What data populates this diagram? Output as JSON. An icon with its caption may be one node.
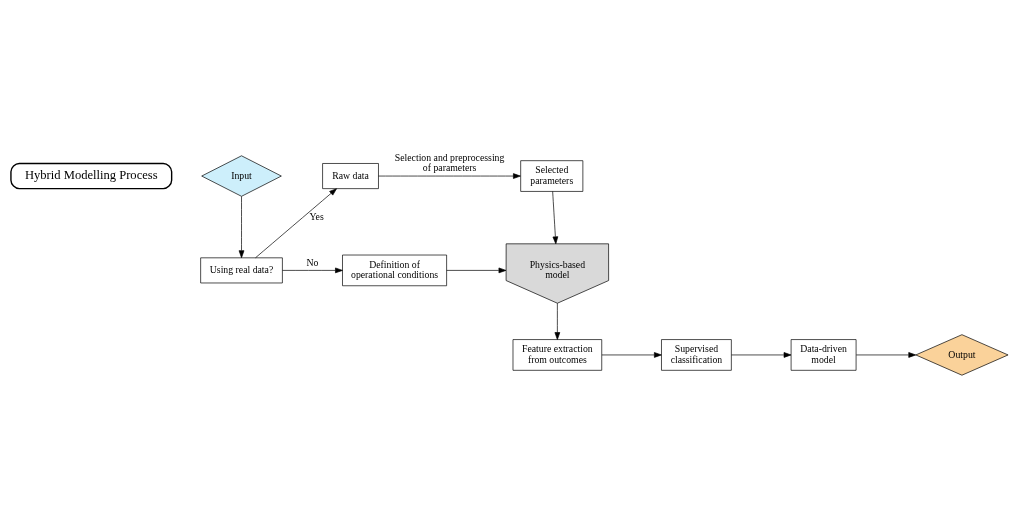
{
  "diagram": {
    "nodes": [
      {
        "text": [
          "Hybrid Modelling Process"
        ]
      },
      {
        "text": [
          "Input"
        ]
      },
      {
        "text": [
          "Using real data?"
        ]
      },
      {
        "text": [
          "Raw data"
        ]
      },
      {
        "text": [
          "Selected parameters"
        ]
      },
      {
        "text": [
          "Definition of operational conditions"
        ]
      },
      {
        "text": [
          "Physics-based model"
        ]
      },
      {
        "text": [
          "Feature extraction from outcomes"
        ]
      },
      {
        "text": [
          "Supervised classification"
        ]
      },
      {
        "text": [
          "Data-driven model"
        ]
      },
      {
        "text": [
          "Output"
        ]
      }
    ],
    "edges": [
      {
        "from": 1,
        "to": 2,
        "arrow": "to"
      },
      {
        "from": 2,
        "to": 3,
        "arrow": "to",
        "label": "Yes"
      },
      {
        "from": 3,
        "to": 4,
        "arrow": "to",
        "label": "Selection and preprocessing of parameters"
      },
      {
        "from": 2,
        "to": 5,
        "arrow": "to",
        "label": "No"
      },
      {
        "from": 4,
        "to": 6,
        "arrow": "to"
      },
      {
        "from": 5,
        "to": 6,
        "arrow": "to"
      },
      {
        "from": 6,
        "to": 7,
        "arrow": "to"
      },
      {
        "from": 7,
        "to": 8,
        "arrow": "to"
      },
      {
        "from": 8,
        "to": 9,
        "arrow": "to"
      },
      {
        "from": 9,
        "to": 10,
        "arrow": "to"
      }
    ]
  }
}
